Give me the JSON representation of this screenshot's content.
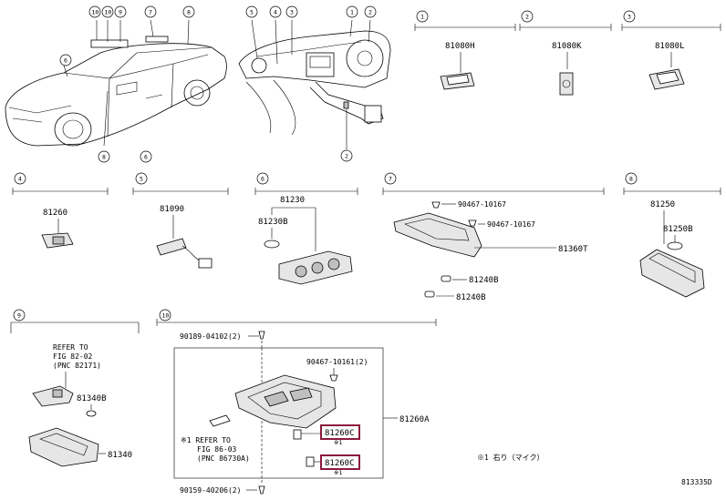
{
  "sections": {
    "1": {
      "number": "1",
      "part": "81080H"
    },
    "2": {
      "number": "2",
      "part": "81080K"
    },
    "3": {
      "number": "3",
      "part": "81080L"
    },
    "4": {
      "number": "4",
      "part": "81260"
    },
    "5": {
      "number": "5",
      "part": "81090"
    },
    "6": {
      "number": "6",
      "parts": [
        "81230",
        "81230B"
      ]
    },
    "7": {
      "number": "7",
      "parts": [
        "90467-10167",
        "90467-10167",
        "81360T",
        "81240B",
        "81240B"
      ]
    },
    "8": {
      "number": "8",
      "parts": [
        "81250",
        "81250B"
      ]
    },
    "9": {
      "number": "9",
      "note": [
        "REFER TO",
        "FIG 82-02",
        "(PNC 82171)"
      ],
      "parts": [
        "81340B",
        "81340"
      ]
    },
    "10": {
      "number": "10",
      "parts": [
        "90189-04102(2)",
        "90467-10161(2)",
        "81260A",
        "81260C",
        "81260C",
        "90159-40206(2)"
      ],
      "note": [
        "※1 REFER TO",
        "FIG 86-03",
        "(PNC 86730A)"
      ],
      "sub_labels": [
        "※1",
        "※1"
      ]
    }
  },
  "callouts_car": [
    "10",
    "10",
    "9",
    "7",
    "8",
    "6",
    "8"
  ],
  "callouts_dash": [
    "5",
    "4",
    "3",
    "1",
    "2",
    "2"
  ],
  "footnote": "※1 右り（マイク）",
  "figure_id": "813335D",
  "colors": {
    "highlight": "#8b1a3c"
  }
}
